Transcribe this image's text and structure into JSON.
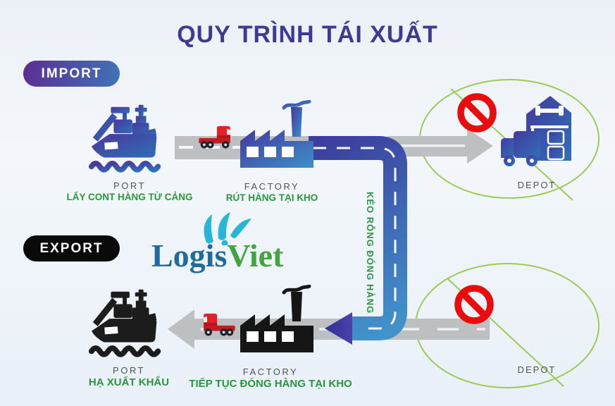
{
  "title": "QUY TRÌNH TÁI XUẤT",
  "badges": {
    "import": "IMPORT",
    "export": "EXPORT"
  },
  "logo": {
    "name_blue": "Logis",
    "name_green": "Viet"
  },
  "connector": {
    "label": "KÉO RỖNG ĐÓNG HÀNG"
  },
  "import_flow": {
    "port_title": "PORT",
    "port_desc": "LẤY CONT HÀNG TỪ CẢNG",
    "factory_title": "FACTORY",
    "factory_desc": "RÚT HÀNG TẠI KHO",
    "depot_title": "DEPOT"
  },
  "export_flow": {
    "port_title": "PORT",
    "port_desc": "HẠ XUẤT KHẨU",
    "factory_title": "FACTORY",
    "factory_desc": "TIẾP TỤC ĐÓNG HÀNG TẠI KHO",
    "depot_title": "DEPOT"
  },
  "icons": {
    "import_ship": "ship-crane-icon",
    "import_truck": "red-truck-icon",
    "import_factory": "factory-icon",
    "depot_building": "warehouse-depot-icon",
    "no_entry": "no-entry-icon",
    "export_ship": "ship-crane-icon",
    "export_truck": "red-truck-icon",
    "export_factory": "factory-icon",
    "logo_splash": "splash-icon"
  },
  "colors": {
    "title": "#3f3996",
    "accent_green": "#28963f",
    "badge_import_start": "#5c2d92",
    "badge_import_end": "#3f74b8",
    "badge_export": "#0a0a0a",
    "road_blue_start": "#3c3e9d",
    "road_blue_end": "#4193cc",
    "road_gray": "#bdbfc1",
    "ellipse_green": "#9ccb55",
    "prohibition_red": "#ea0c0c",
    "icon_gradient_start": "#473a9e",
    "icon_gradient_end": "#2f6fb8",
    "icon_black": "#1c1c1c",
    "truck_red": "#e2222a",
    "logo_blue": "#1e6b9e",
    "logo_green": "#3fa53c",
    "logo_cyan": "#27b6d8"
  }
}
